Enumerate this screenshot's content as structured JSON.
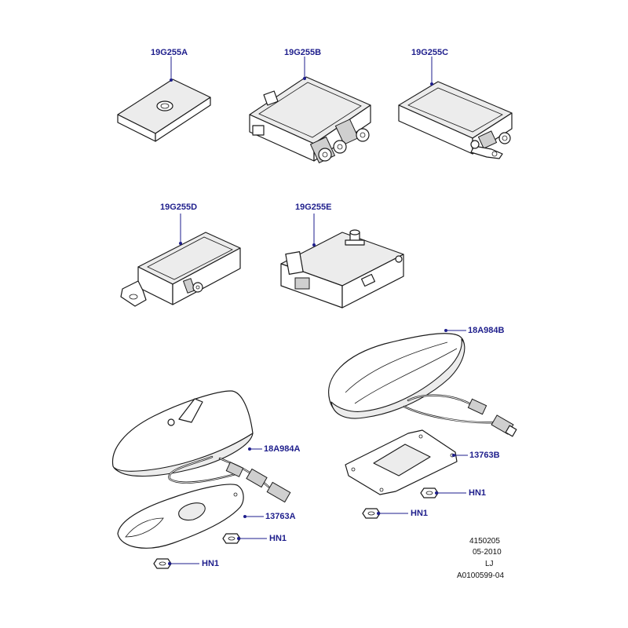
{
  "callouts": {
    "p19g255a": "19G255A",
    "p19g255b": "19G255B",
    "p19g255c": "19G255C",
    "p19g255d": "19G255D",
    "p19g255e": "19G255E",
    "p18a984b": "18A984B",
    "p18a984a": "18A984A",
    "p13763b": "13763B",
    "p13763a": "13763A",
    "hn1_a": "HN1",
    "hn1_b": "HN1",
    "hn1_c": "HN1",
    "hn1_d": "HN1"
  },
  "footer": {
    "illustration_number": "4150205",
    "date": "05-2010",
    "initials": "LJ",
    "reference": "A0100599-04"
  },
  "colors": {
    "callout_text": "#1e1e8c",
    "line_art": "#1a1a1a",
    "panel_background": "#ffffff"
  }
}
